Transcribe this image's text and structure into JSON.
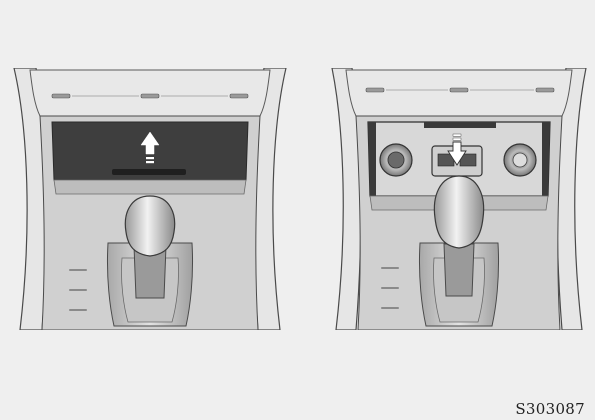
{
  "figure": {
    "id_label": "S303087",
    "colors": {
      "background": "#efefef",
      "console_light": "#d6d6d6",
      "console_mid": "#b8b8b8",
      "console_dark": "#3a3a3a",
      "outline": "#4a4a4a"
    },
    "panels": [
      {
        "state": "cover-closed",
        "arrow": "up-arrow-icon"
      },
      {
        "state": "cover-open",
        "arrow": "down-arrow-icon",
        "sockets": [
          "round-socket",
          "dual-usb-port",
          "power-outlet"
        ]
      }
    ]
  }
}
